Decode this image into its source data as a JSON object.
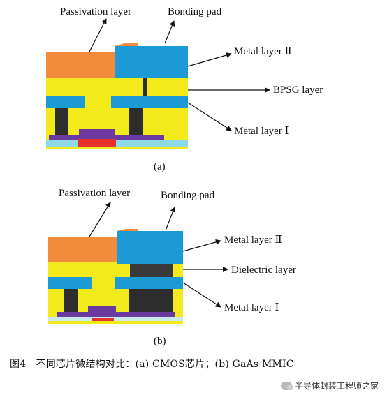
{
  "panel_a": {
    "labels": {
      "passivation": "Passivation layer",
      "bonding": "Bonding pad",
      "metal2": "Metal layer Ⅱ",
      "bpsg": "BPSG layer",
      "metal1": "Metal layer Ⅰ"
    },
    "sublabel": "(a)"
  },
  "panel_b": {
    "labels": {
      "passivation": "Passivation layer",
      "bonding": "Bonding pad",
      "metal2": "Metal layer Ⅱ",
      "dielectric": "Dielectric layer",
      "metal1": "Metal layer Ⅰ"
    },
    "sublabel": "(b)"
  },
  "caption": "图4　不同芯片微结构对比：(a) CMOS芯片；(b) GaAs MMIC",
  "watermark": "半导体封装工程师之家",
  "colors": {
    "passivation": "#f28b3c",
    "metal": "#1b9ad6",
    "bpsg": "#f2ea1a",
    "via": "#2d2d2d",
    "gate": "#6a3aa0",
    "substrate": "#8ed8e8",
    "doped": "#e5322a"
  }
}
